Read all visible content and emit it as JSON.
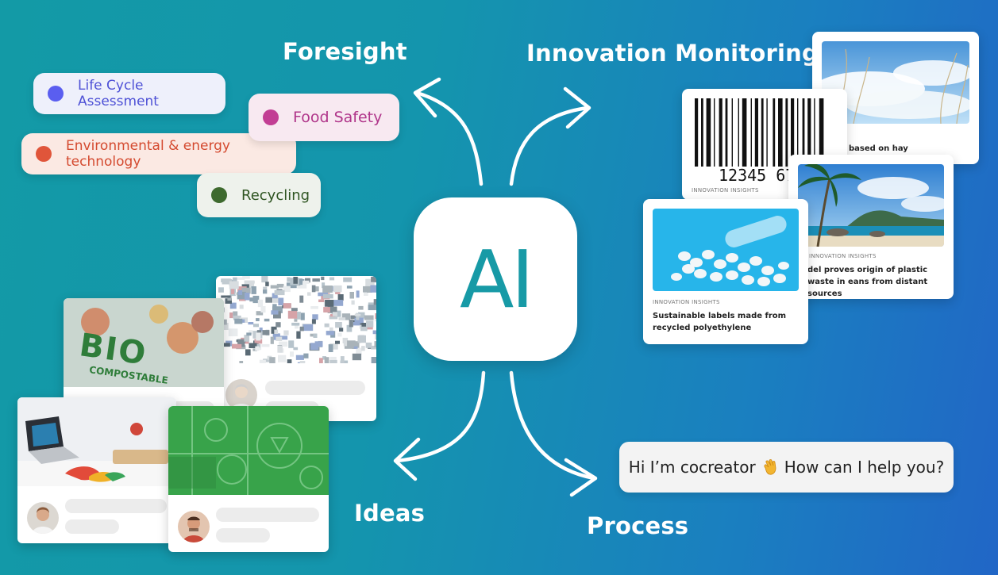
{
  "labels": {
    "foresight": "Foresight",
    "innovation_monitoring": "Innovation Monitoring",
    "ideas": "Ideas",
    "process": "Process"
  },
  "center": {
    "text": "AI"
  },
  "pills": [
    {
      "text": "Life Cycle Assessment",
      "dot_color": "#5a5ef0",
      "text_color": "#4e51d6",
      "bg": "#eef0fb"
    },
    {
      "text": "Food Safety",
      "dot_color": "#c23e94",
      "text_color": "#b0358a",
      "bg": "#f8e9f1"
    },
    {
      "text": "Environmental & energy technology",
      "dot_color": "#e0553a",
      "text_color": "#d44a2f",
      "bg": "#fbe9e3"
    },
    {
      "text": "Recycling",
      "dot_color": "#3e6a2e",
      "text_color": "#2f5522",
      "bg": "#eef2ec"
    }
  ],
  "news_cards": [
    {
      "tag": "",
      "title": "based on hay",
      "image": "sky-grass"
    },
    {
      "tag": "INNOVATION INSIGHTS",
      "title": "",
      "image": "barcode",
      "barcode_number": "12345 67"
    },
    {
      "tag": "INNOVATION INSIGHTS",
      "title": "del proves origin of plastic waste in eans from distant sources",
      "image": "beach"
    },
    {
      "tag": "INNOVATION INSIGHTS",
      "title": "Sustainable labels made from recycled polyethylene",
      "image": "plastic-pellets"
    }
  ],
  "idea_cards": [
    {
      "image": "plastic-bales"
    },
    {
      "image": "bio-compostable-bag",
      "image_text": "BIO",
      "image_subtext": "COMPOSTABLE"
    },
    {
      "image": "desk-laptop"
    },
    {
      "image": "green-recycle-pattern"
    }
  ],
  "chat": {
    "text_before": "Hi I’m cocreator",
    "icon": "waving-hand-icon",
    "text_after": "How can I help you?"
  },
  "colors": {
    "accent": "#179aa6",
    "background_start": "#139aa6",
    "background_end": "#2166c6"
  }
}
